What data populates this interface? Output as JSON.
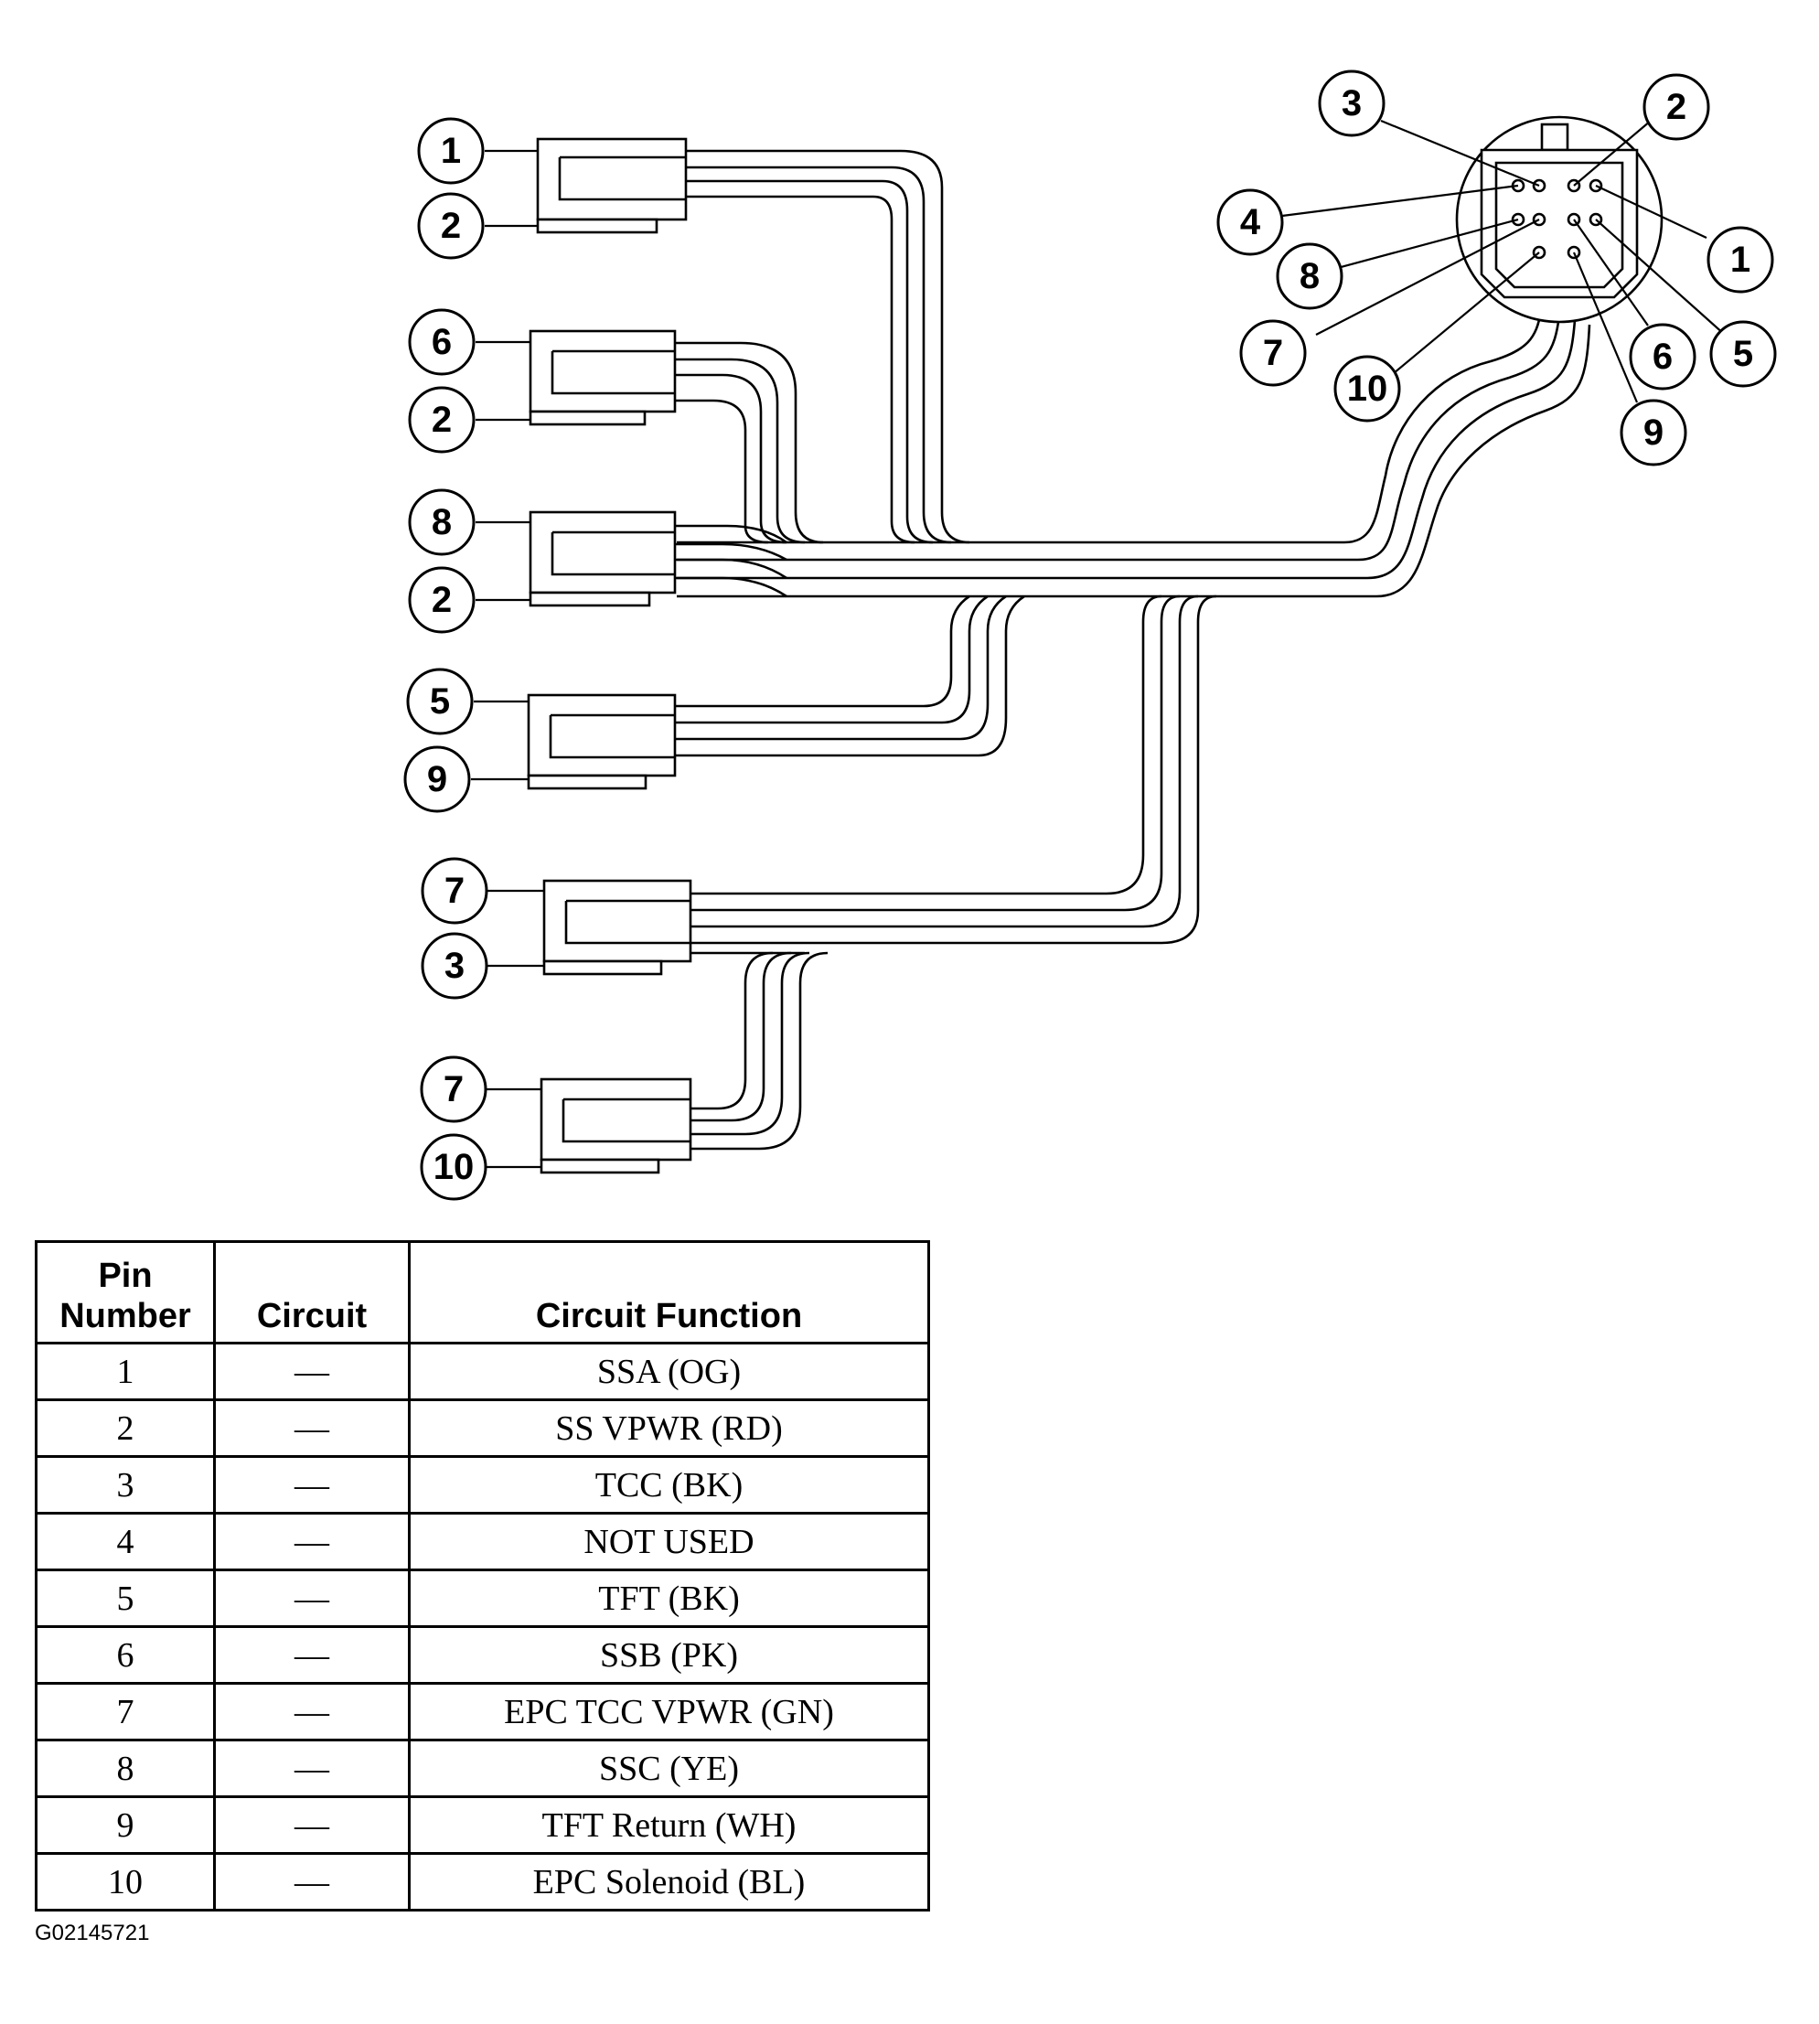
{
  "harness_callouts": [
    "1",
    "2",
    "6",
    "2",
    "8",
    "2",
    "5",
    "9",
    "7",
    "3",
    "7",
    "10"
  ],
  "connector_pin_callouts": [
    "3",
    "2",
    "4",
    "1",
    "8",
    "7",
    "10",
    "6",
    "5",
    "9"
  ],
  "table": {
    "headers": [
      "Pin Number",
      "Circuit",
      "Circuit Function"
    ],
    "rows": [
      [
        "1",
        "—",
        "SSA (OG)"
      ],
      [
        "2",
        "—",
        "SS VPWR (RD)"
      ],
      [
        "3",
        "—",
        "TCC (BK)"
      ],
      [
        "4",
        "—",
        "NOT USED"
      ],
      [
        "5",
        "—",
        "TFT (BK)"
      ],
      [
        "6",
        "—",
        "SSB (PK)"
      ],
      [
        "7",
        "—",
        "EPC TCC VPWR (GN)"
      ],
      [
        "8",
        "—",
        "SSC (YE)"
      ],
      [
        "9",
        "—",
        "TFT Return (WH)"
      ],
      [
        "10",
        "—",
        "EPC Solenoid (BL)"
      ]
    ]
  },
  "figure_code": "G02145721"
}
